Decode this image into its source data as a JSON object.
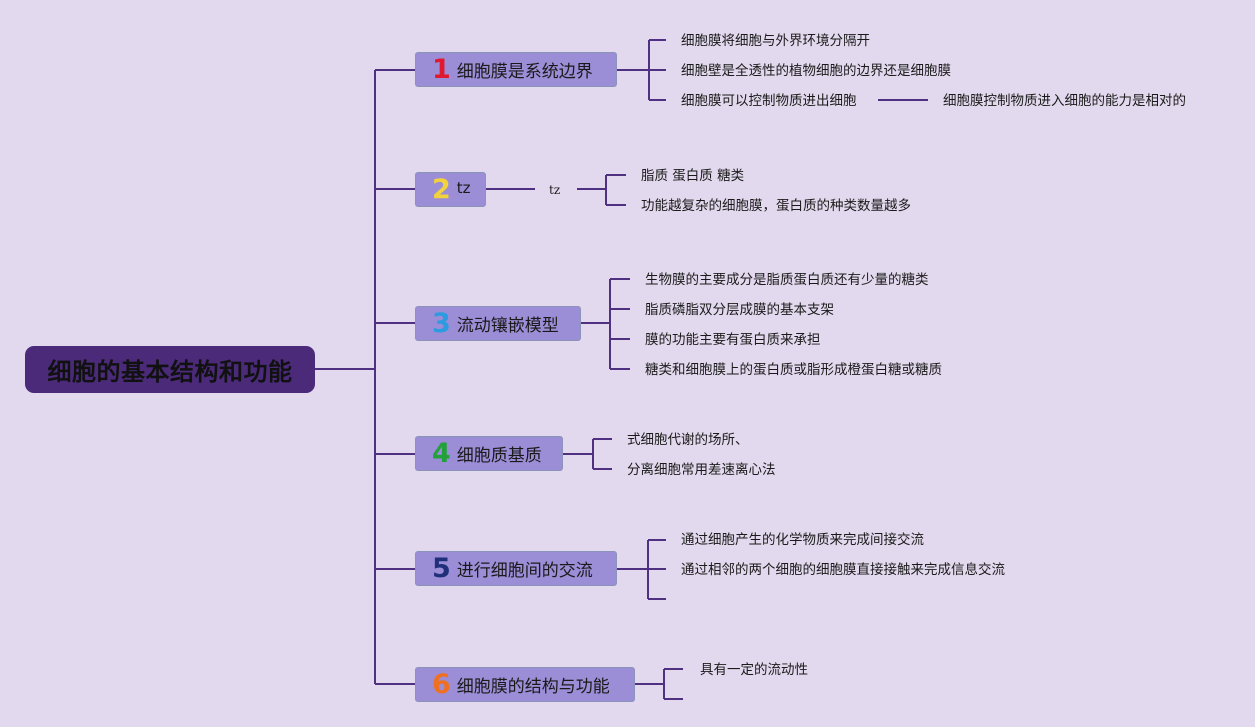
{
  "map": {
    "root": "细胞的基本结构和功能",
    "topics": [
      {
        "number": "1",
        "number_color": "#e0192e",
        "label": "细胞膜是系统边界",
        "children": [
          {
            "text": "细胞膜将细胞与外界环境分隔开"
          },
          {
            "text": "细胞壁是全透性的植物细胞的边界还是细胞膜"
          },
          {
            "text": "细胞膜可以控制物质进出细胞",
            "child": "细胞膜控制物质进入细胞的能力是相对的"
          }
        ]
      },
      {
        "number": "2",
        "number_color": "#f2d33c",
        "label": "tz",
        "intermediate": "tz",
        "children": [
          {
            "text": "脂质 蛋白质 糖类"
          },
          {
            "text": "功能越复杂的细胞膜，蛋白质的种类数量越多"
          }
        ]
      },
      {
        "number": "3",
        "number_color": "#2d9be0",
        "label": "流动镶嵌模型",
        "children": [
          {
            "text": "生物膜的主要成分是脂质蛋白质还有少量的糖类"
          },
          {
            "text": "脂质磷脂双分层成膜的基本支架"
          },
          {
            "text": "膜的功能主要有蛋白质来承担"
          },
          {
            "text": "糖类和细胞膜上的蛋白质或脂形成橙蛋白糖或糖质"
          }
        ]
      },
      {
        "number": "4",
        "number_color": "#22a03a",
        "label": "细胞质基质",
        "children": [
          {
            "text": "式细胞代谢的场所、"
          },
          {
            "text": "分离细胞常用差速离心法"
          }
        ]
      },
      {
        "number": "5",
        "number_color": "#1f2f7a",
        "label": "进行细胞间的交流",
        "children": [
          {
            "text": "通过细胞产生的化学物质来完成间接交流"
          },
          {
            "text": "通过相邻的两个细胞的细胞膜直接接触来完成信息交流"
          },
          {
            "text": ""
          }
        ]
      },
      {
        "number": "6",
        "number_color": "#f07020",
        "label": "细胞膜的结构与功能",
        "children": [
          {
            "text": "具有一定的流动性"
          },
          {
            "text": ""
          }
        ]
      }
    ]
  }
}
